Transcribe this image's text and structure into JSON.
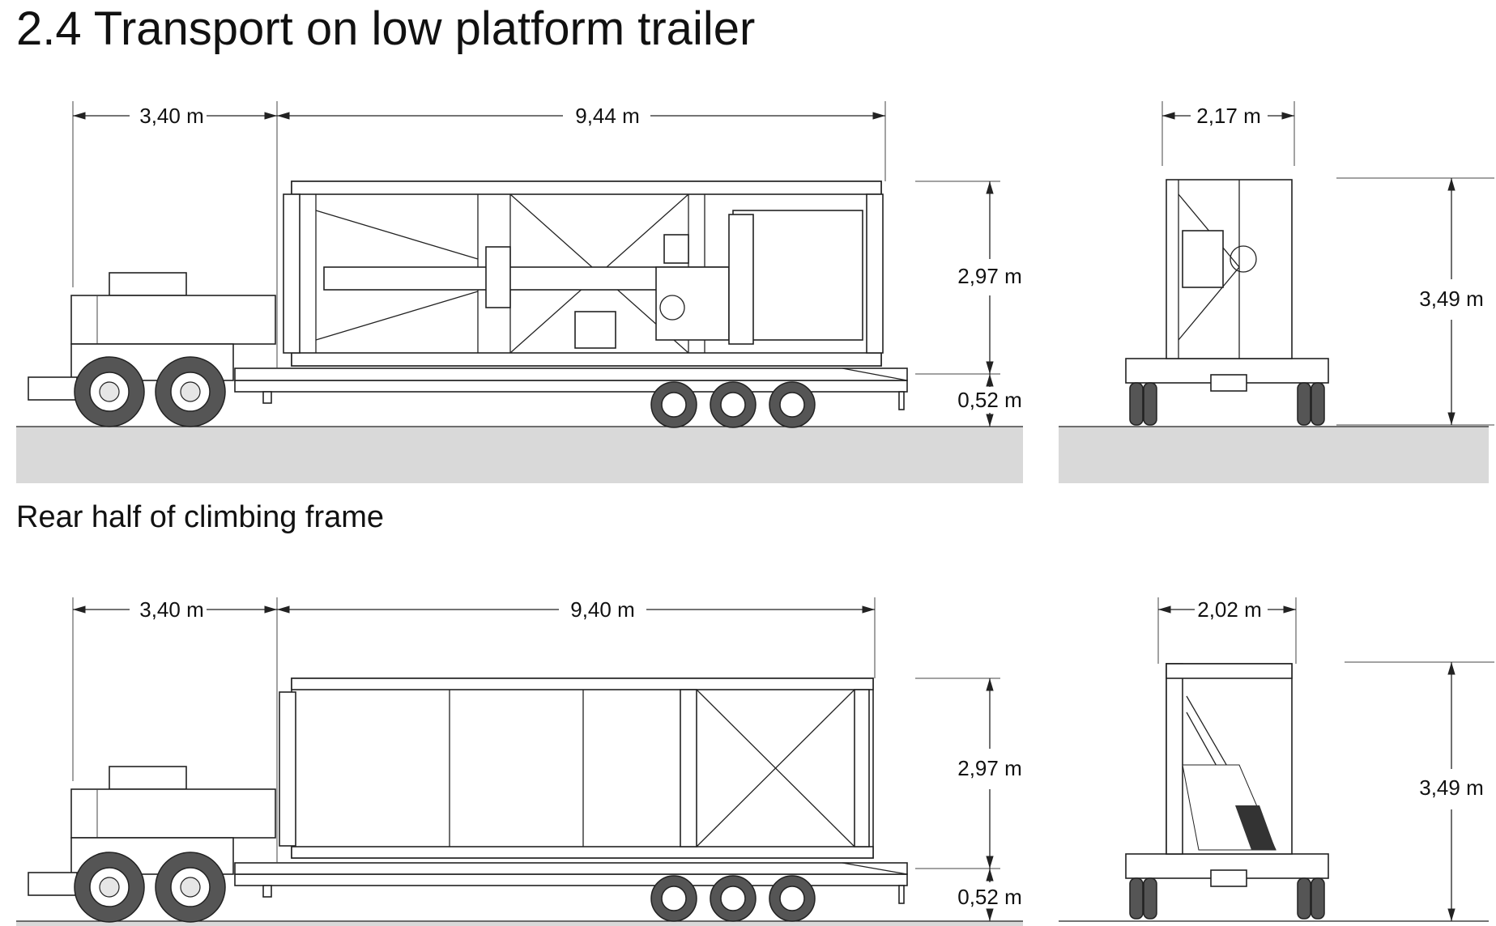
{
  "title": "2.4 Transport on low platform trailer",
  "subtitle": "Rear half of climbing frame",
  "top_view": {
    "side": {
      "tractor_length": "3,40 m",
      "load_length": "9,44 m",
      "load_height": "2,97 m",
      "platform_height": "0,52 m"
    },
    "rear": {
      "load_width": "2,17 m",
      "total_height": "3,49 m"
    }
  },
  "bottom_view": {
    "side": {
      "tractor_length": "3,40 m",
      "load_length": "9,40 m",
      "load_height": "2,97 m",
      "platform_height": "0,52 m"
    },
    "rear": {
      "load_width": "2,02 m",
      "total_height": "3,49 m"
    }
  }
}
